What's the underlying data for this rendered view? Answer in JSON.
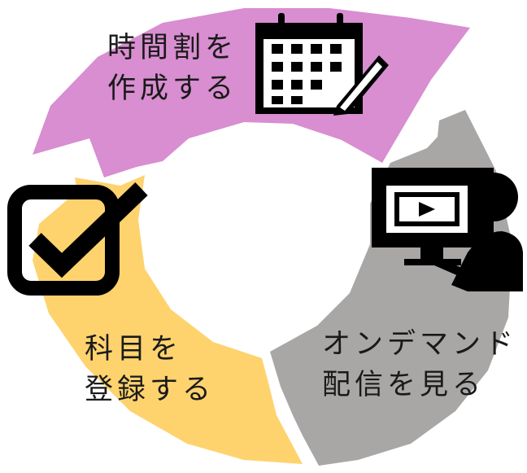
{
  "cycle": {
    "steps": [
      {
        "lines": [
          "時間割を",
          "作成する"
        ],
        "color": "#d88ed0",
        "icon": "calendar-edit-icon"
      },
      {
        "lines": [
          "オンデマンド",
          "配信を見る"
        ],
        "color": "#a9a6a6",
        "icon": "person-watching-video-icon"
      },
      {
        "lines": [
          "科目を",
          "登録する"
        ],
        "color": "#fed36e",
        "icon": "checkbox-checked-icon"
      }
    ]
  }
}
